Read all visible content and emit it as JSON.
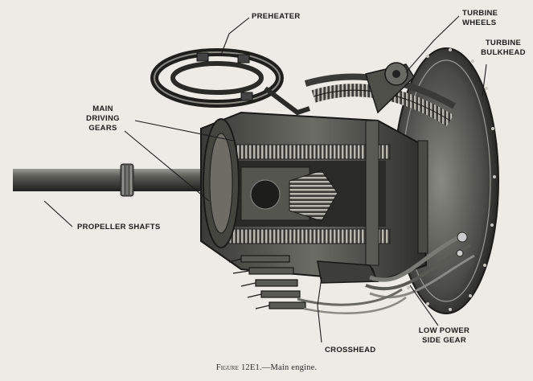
{
  "figure": {
    "label": "Figure 12E1.",
    "title": "—Main engine."
  },
  "callouts": {
    "preheater": "PREHEATER",
    "turbine_wheels": "TURBINE WHEELS",
    "turbine_bulkhead": "TURBINE\nBULKHEAD",
    "main_driving_gears": "MAIN\nDRIVING\nGEARS",
    "propeller_shafts": "PROPELLER SHAFTS",
    "low_power_side_gear": "LOW POWER\nSIDE GEAR",
    "crosshead": "CROSSHEAD"
  }
}
